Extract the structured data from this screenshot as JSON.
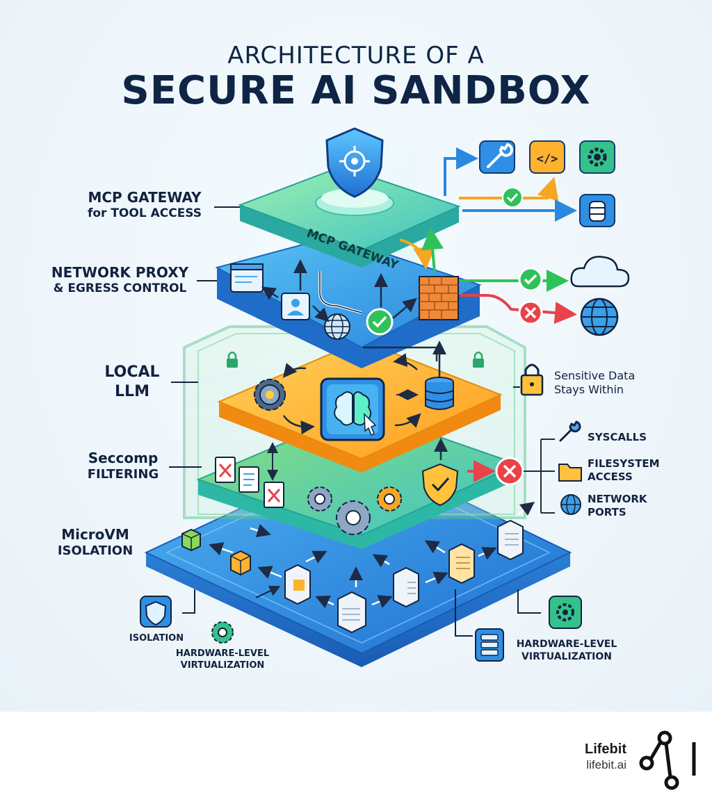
{
  "title": {
    "line1": "ARCHITECTURE OF A",
    "line2": "SECURE AI SANDBOX"
  },
  "layers": {
    "mcp": {
      "label_line1": "MCP GATEWAY",
      "label_line2": "for TOOL ACCESS",
      "tile_text": "MCP GATEWAY"
    },
    "network": {
      "label_line1": "NETWORK PROXY",
      "label_line2": "& EGRESS CONTROL"
    },
    "llm": {
      "label_line1": "LOCAL",
      "label_line2": "LLM"
    },
    "seccomp": {
      "label_line1": "Seccomp",
      "label_line2": "FILTERING"
    },
    "microvm": {
      "label_line1": "MicroVM",
      "label_line2": "ISOLATION"
    }
  },
  "callouts": {
    "sensitive_line1": "Sensitive Data",
    "sensitive_line2": "Stays Within",
    "syscalls": "SYSCALLS",
    "filesystem_line1": "FILESYSTEM",
    "filesystem_line2": "ACCESS",
    "network_ports_line1": "NETWORK",
    "network_ports_line2": "PORTS"
  },
  "bottom": {
    "isolation": "ISOLATION",
    "hw_left_line1": "HARDWARE-LEVEL",
    "hw_left_line2": "VIRTUALIZATION",
    "hw_right_line1": "HARDWARE-LEVEL",
    "hw_right_line2": "VIRTUALIZATION"
  },
  "brand": {
    "name": "Lifebit",
    "url": "lifebit.ai"
  },
  "icons": [
    "shield-target-icon",
    "wrench-icon",
    "code-icon",
    "gear-icon",
    "database-icon",
    "check-icon",
    "cloud-icon",
    "globe-icon",
    "x-icon",
    "firewall-icon",
    "browser-window-icon",
    "user-card-icon",
    "lock-icon",
    "brain-icon",
    "folder-icon",
    "server-icon",
    "cube-icon",
    "shield-check-icon",
    "lifebit-logo-icon"
  ],
  "colors": {
    "navy": "#0f2546",
    "mcp_green": "#7fdc9a",
    "network_blue": "#3a9ee8",
    "llm_orange": "#ffb627",
    "seccomp_green": "#a8e06a",
    "microvm_blue": "#2f86dc",
    "allow_green": "#2fc25a",
    "deny_red": "#e8424a"
  }
}
